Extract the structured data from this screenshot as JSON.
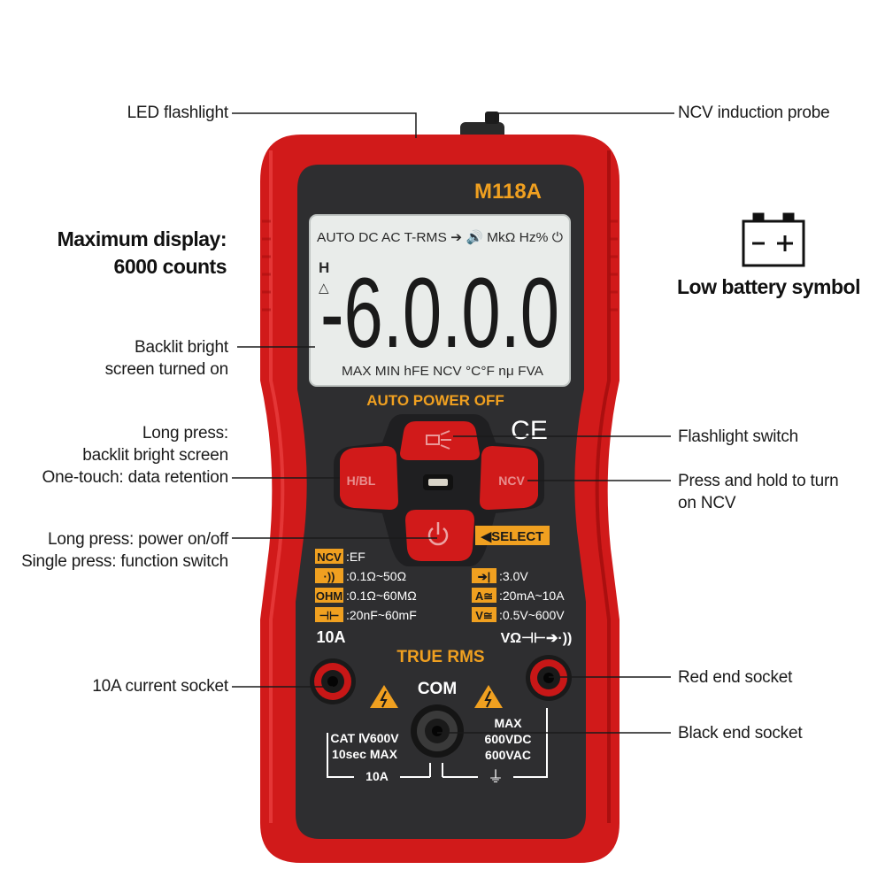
{
  "callouts": {
    "led_flashlight": "LED flashlight",
    "ncv_probe": "NCV induction probe",
    "max_display_line1": "Maximum display:",
    "max_display_line2": "6000 counts",
    "low_battery": "Low battery symbol",
    "backlit_line1": "Backlit bright",
    "backlit_line2": "screen turned on",
    "long_press_line1": "Long press:",
    "long_press_line2": "backlit bright screen",
    "one_touch": "One-touch: data retention",
    "flashlight_switch": "Flashlight switch",
    "ncv_hold_line1": "Press and hold to turn",
    "ncv_hold_line2": "on NCV",
    "power_line1": "Long press: power on/off",
    "power_line2": "Single press: function switch",
    "current_socket": "10A current socket",
    "red_socket": "Red end socket",
    "black_socket": "Black end socket"
  },
  "device": {
    "model": "M118A",
    "lcd_top": "AUTO DC AC T-RMS ➔ 🔊 MkΩ Hz% ⏻",
    "lcd_digits": "-6.0.0.0",
    "lcd_bottom": "MAX   MIN  hFE  NCV  °C°F  nμ  FVA",
    "lcd_hold": "H",
    "lcd_delta": "△",
    "auto_power_off": "AUTO POWER OFF",
    "ce_mark": "CE",
    "btn_left": "H/BL",
    "btn_right": "NCV",
    "select": "◀SELECT",
    "true_rms": "TRUE  RMS",
    "com": "COM",
    "label_10a": "10A",
    "label_vohm": "VΩ⊣⊢➔·))",
    "cat_line1": "CAT Ⅳ600V",
    "cat_line2": "10sec MAX",
    "cat_bottom": "10A",
    "max_line1": "MAX",
    "max_line2": "600VDC",
    "max_line3": "600VAC",
    "ground": "⏚"
  },
  "ranges_left": [
    {
      "tag": "NCV",
      "text": ":EF"
    },
    {
      "tag": "·))",
      "text": ":0.1Ω~50Ω"
    },
    {
      "tag": "OHM",
      "text": ":0.1Ω~60MΩ"
    },
    {
      "tag": "⊣⊢",
      "text": ":20nF~60mF"
    }
  ],
  "ranges_right": [
    {
      "tag": "➔|",
      "text": ":3.0V"
    },
    {
      "tag": "A≅",
      "text": ":20mA~10A"
    },
    {
      "tag": "V≅",
      "text": ":0.5V~600V"
    }
  ],
  "colors": {
    "shell_red": "#d11a1a",
    "shell_dark_red": "#a50f0f",
    "panel": "#2e2e30",
    "lcd": "#e9ecea",
    "accent_orange": "#f0a020"
  }
}
